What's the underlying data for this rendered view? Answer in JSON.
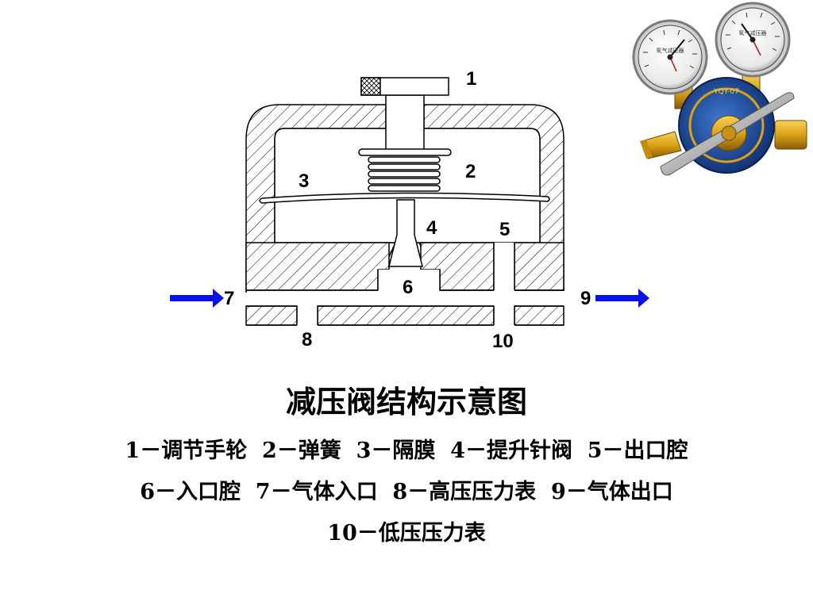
{
  "title": "减压阀结构示意图",
  "callouts": {
    "n1": "1",
    "n2": "2",
    "n3": "3",
    "n4": "4",
    "n5": "5",
    "n6": "6",
    "n7": "7",
    "n8": "8",
    "n9": "9",
    "n10": "10"
  },
  "legend": {
    "line1": "1－调节手轮  2－弹簧  3－隔膜  4－提升针阀  5－出口腔",
    "line2": "6－入口腔  7－气体入口  8－高压压力表  9－气体出口",
    "line3": "10－低压压力表"
  },
  "gauge_photo": {
    "left_gauge_face_text": "氧气减压器",
    "right_gauge_face_text": "氧气减压器",
    "body_ring_text": "YQY-07"
  },
  "colors": {
    "arrow": "#0a14e6",
    "line": "#000000",
    "brass": "#d9a316",
    "regulator_blue": "#1a4fa0"
  },
  "icons": {
    "inlet_arrow": "right-arrow-icon",
    "outlet_arrow": "right-arrow-icon"
  }
}
